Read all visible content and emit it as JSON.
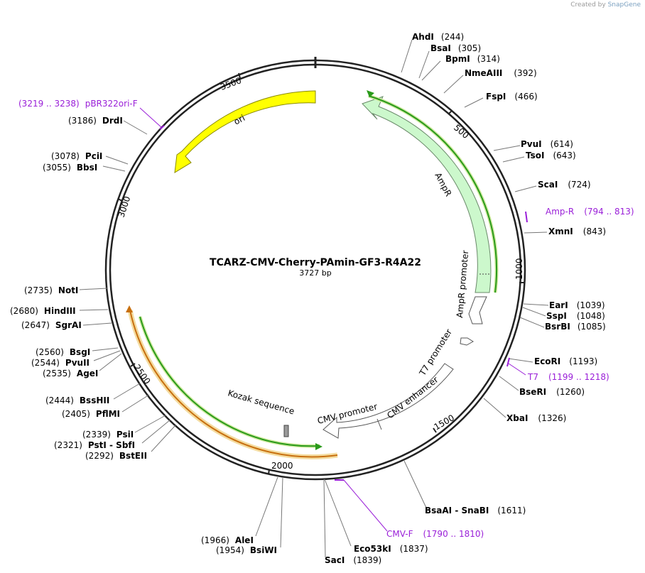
{
  "credit": {
    "prefix": "Created by",
    "brand": "SnapGene"
  },
  "plasmid": {
    "name": "TCARZ-CMV-Cherry-PAmin-GF3-R4A22",
    "size_label": "3727 bp",
    "length": 3727
  },
  "ticks": [
    "500",
    "1000",
    "1500",
    "2000",
    "2500",
    "3000",
    "3500"
  ],
  "enzymes": [
    {
      "name": "AhdI",
      "pos": "(244)"
    },
    {
      "name": "BsaI",
      "pos": "(305)"
    },
    {
      "name": "BpmI",
      "pos": "(314)"
    },
    {
      "name": "NmeAIII",
      "pos": "(392)"
    },
    {
      "name": "FspI",
      "pos": "(466)"
    },
    {
      "name": "PvuI",
      "pos": "(614)"
    },
    {
      "name": "TsoI",
      "pos": "(643)"
    },
    {
      "name": "ScaI",
      "pos": "(724)"
    },
    {
      "name": "XmnI",
      "pos": "(843)"
    },
    {
      "name": "EarI",
      "pos": "(1039)"
    },
    {
      "name": "SspI",
      "pos": "(1048)"
    },
    {
      "name": "BsrBI",
      "pos": "(1085)"
    },
    {
      "name": "EcoRI",
      "pos": "(1193)"
    },
    {
      "name": "BseRI",
      "pos": "(1260)"
    },
    {
      "name": "XbaI",
      "pos": "(1326)"
    },
    {
      "name": "BsaAI - SnaBI",
      "pos": "(1611)"
    },
    {
      "name": "Eco53kI",
      "pos": "(1837)"
    },
    {
      "name": "SacI",
      "pos": "(1839)"
    },
    {
      "name": "BsiWI",
      "pos": "(1954)"
    },
    {
      "name": "AleI",
      "pos": "(1966)"
    },
    {
      "name": "BstEII",
      "pos": "(2292)"
    },
    {
      "name": "PstI - SbfI",
      "pos": "(2321)"
    },
    {
      "name": "PsiI",
      "pos": "(2339)"
    },
    {
      "name": "PflMI",
      "pos": "(2405)"
    },
    {
      "name": "BssHII",
      "pos": "(2444)"
    },
    {
      "name": "AgeI",
      "pos": "(2535)"
    },
    {
      "name": "PvuII",
      "pos": "(2544)"
    },
    {
      "name": "BsgI",
      "pos": "(2560)"
    },
    {
      "name": "SgrAI",
      "pos": "(2647)"
    },
    {
      "name": "HindIII",
      "pos": "(2680)"
    },
    {
      "name": "NotI",
      "pos": "(2735)"
    },
    {
      "name": "BbsI",
      "pos": "(3055)"
    },
    {
      "name": "PciI",
      "pos": "(3078)"
    },
    {
      "name": "DrdI",
      "pos": "(3186)"
    }
  ],
  "primers": [
    {
      "name": "Amp-R",
      "range": "(794 .. 813)"
    },
    {
      "name": "T7",
      "range": "(1199 .. 1218)"
    },
    {
      "name": "CMV-F",
      "range": "(1790 .. 1810)"
    },
    {
      "name": "pBR322ori-F",
      "range": "(3219 .. 3238)"
    }
  ],
  "features": {
    "ori": "ori",
    "ampr": "AmpR",
    "ampr_promoter": "AmpR promoter",
    "t7_promoter": "T7 promoter",
    "cmv_enhancer": "CMV enhancer",
    "cmv_promoter": "CMV promoter",
    "kozak": "Kozak sequence"
  },
  "colors": {
    "backbone": "#222222",
    "ori": "#ffff00",
    "ampr": "#ccf8cc",
    "orf_green": "#2a9a1a",
    "orf_orange": "#c87010",
    "orf_orange_fill": "#f4dca0",
    "primer": "#9a1fd8"
  }
}
